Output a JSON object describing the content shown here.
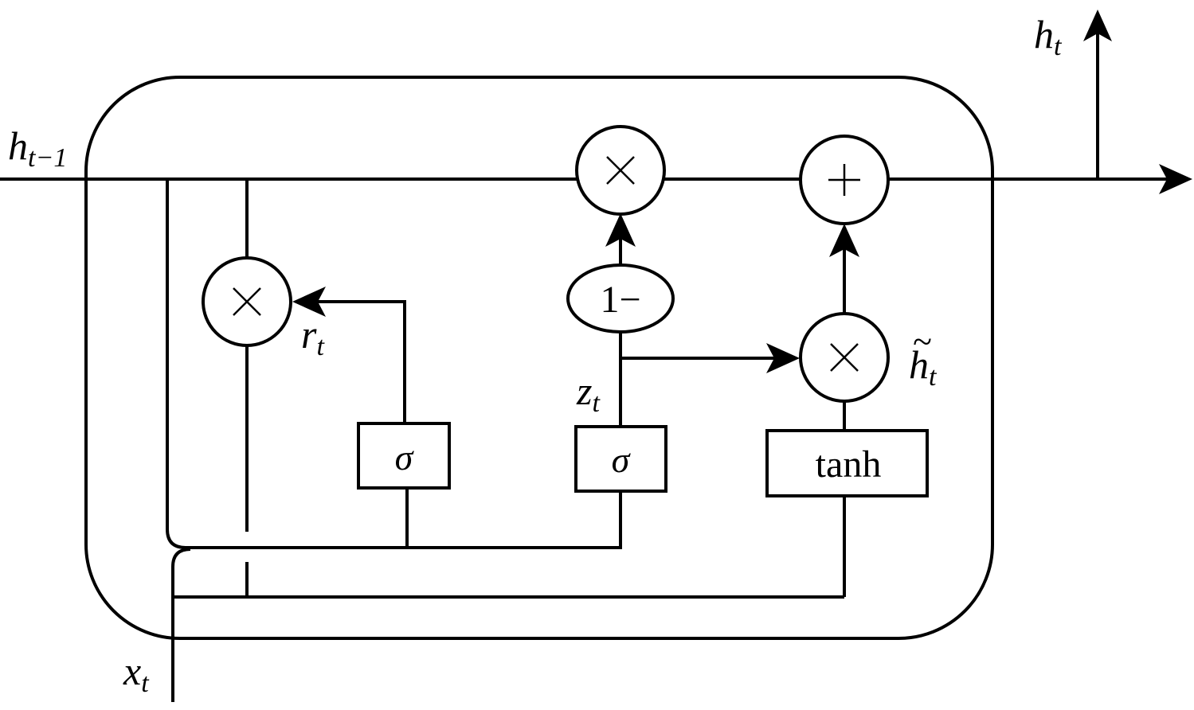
{
  "labels": {
    "h_prev": {
      "base": "h",
      "sub": "t−1"
    },
    "h_out": {
      "base": "h",
      "sub": "t"
    },
    "x_in": {
      "base": "x",
      "sub": "t"
    },
    "reset_gate": {
      "base": "r",
      "sub": "t"
    },
    "update_gate": {
      "base": "z",
      "sub": "t"
    },
    "candidate": {
      "base": "h",
      "sub": "t",
      "accent": "~"
    }
  },
  "blocks": {
    "sigma_reset": "σ",
    "sigma_update": "σ",
    "tanh": "tanh",
    "one_minus": "1−"
  },
  "operators": {
    "multiply": "×",
    "add": "+"
  }
}
